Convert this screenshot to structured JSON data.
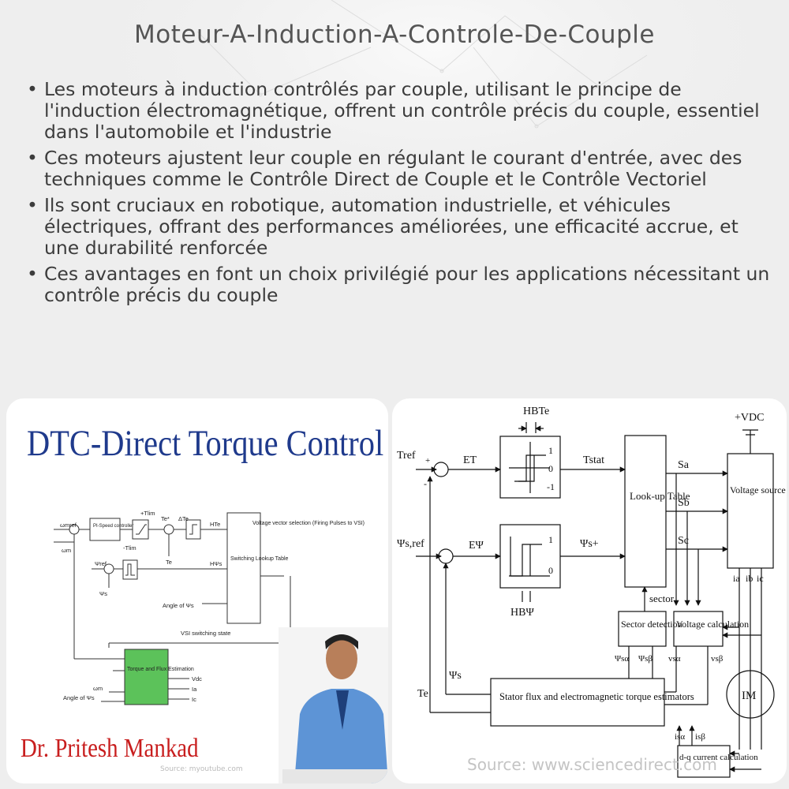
{
  "title": "Moteur-A-Induction-A-Controle-De-Couple",
  "bullets": [
    "Les moteurs à induction contrôlés par couple, utilisant le principe de l'induction électromagnétique, offrent un contrôle précis du couple, essentiel dans l'automobile et l'industrie",
    "Ces moteurs ajustent leur couple en régulant le courant d'entrée, avec des techniques comme le Contrôle Direct de Couple et le Contrôle Vectoriel",
    "Ils sont cruciaux en robotique, automation industrielle, et véhicules électriques, offrant des performances améliorées, une efficacité accrue, et une durabilité renforcée",
    "Ces avantages en font un choix privilégié pour les applications nécessitant un contrôle précis du couple"
  ],
  "left_image": {
    "heading": "DTC-Direct Torque Control",
    "author": "Dr. Pritesh Mankad",
    "source": "Source: myoutube.com",
    "diagram": {
      "omega_ref": "ωmref",
      "omega_m": "ωm",
      "pi_speed": "PI-Speed controller",
      "t_lim_pos": "+Tlim",
      "t_lim_neg": "-Tlim",
      "te_star": "Te*",
      "delta_te": "ΔTe",
      "ht_e": "HTe",
      "te": "Te",
      "psi_ref": "Ψref",
      "psi_s": "Ψs",
      "h_psi_s": "HΨs",
      "switching_table": "Switching Lookup Table",
      "voltage_vector": "Voltage vector selection (Firing Pulses to VSI)",
      "angle_psi": "Angle of Ψs",
      "vsi_state": "VSI switching state",
      "estimation": "Torque and Flux Estimation",
      "vdc": "Vdc",
      "ia": "Ia",
      "ic": "Ic",
      "out_omega": "ωm",
      "out_angle": "Angle of Ψs"
    }
  },
  "right_image": {
    "source": "Source: www.sciencedirect.com",
    "diagram": {
      "hb_te": "HBTe",
      "t_ref": "Tref",
      "e_t": "ET",
      "t_stat": "Tstat",
      "one": "1",
      "zero": "0",
      "minus_one": "-1",
      "psi_ref": "Ψs,ref",
      "e_psi": "EΨ",
      "psi_s_plus": "Ψs+",
      "hb_psi": "HBΨ",
      "lookup": "Look-up Table",
      "sa": "Sa",
      "sb": "Sb",
      "sc": "Sc",
      "vdc": "+VDC",
      "vsi": "Voltage source inverter (VSI)",
      "ia": "ia",
      "ib": "ib",
      "ic": "ic",
      "sector": "sector",
      "sector_detection": "Sector detection",
      "voltage_calc": "Voltage calculation",
      "psi_sa": "Ψsα",
      "psi_sb": "Ψsβ",
      "v_sa": "vsα",
      "v_sb": "vsβ",
      "psi_s": "Ψs",
      "te": "Te",
      "estimators": "Stator flux and electromagnetic torque estimators",
      "im": "IM",
      "i_sa": "isα",
      "i_sb": "isβ",
      "dq_calc": "d-q current calculation",
      "plus": "+",
      "minus": "-"
    }
  }
}
